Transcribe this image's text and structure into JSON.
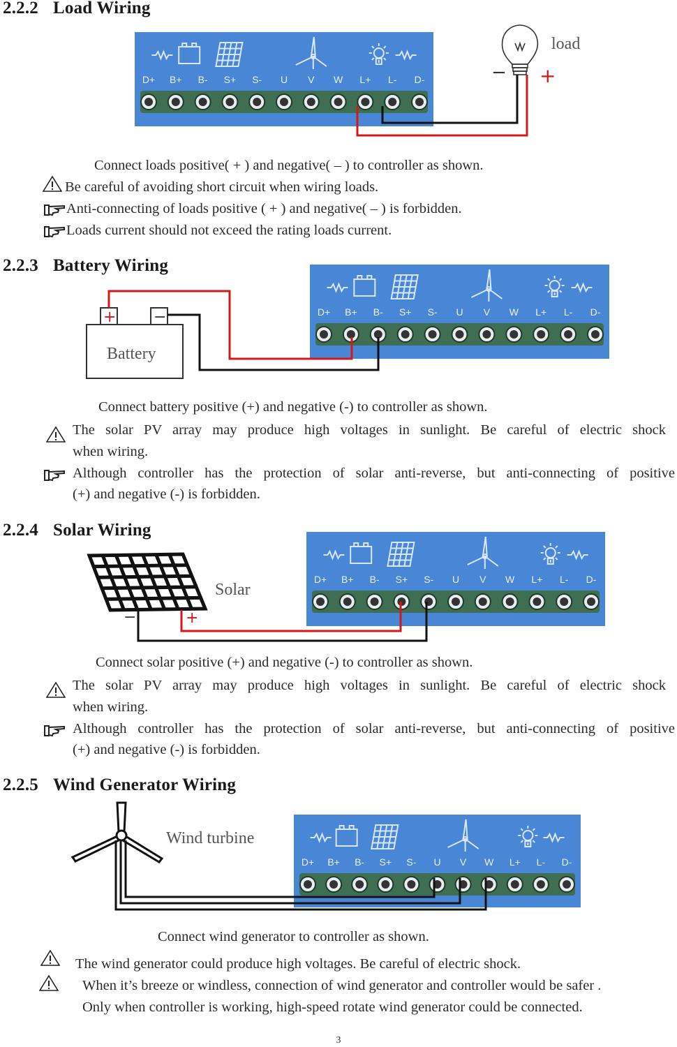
{
  "sections": {
    "load": {
      "number": "2.2.2",
      "title": "Load Wiring",
      "object_label": "load",
      "minus": "−",
      "plus": "+",
      "lines": [
        "Connect loads positive( + ) and negative( – ) to controller as shown.",
        "Be careful of avoiding short circuit when wiring loads.",
        "Anti-connecting of loads positive ( + ) and negative( – ) is forbidden.",
        "Loads current should not exceed the rating loads current."
      ]
    },
    "battery": {
      "number": "2.2.3",
      "title": "Battery Wiring",
      "object_label": "Battery",
      "plus": "+",
      "minus": "−",
      "lines": [
        "Connect battery positive (+) and negative (-) to controller as shown.",
        "The solar PV array may produce high voltages in sunlight. Be careful of electric shock",
        "when wiring.",
        "Although controller has the protection of solar anti-reverse, but anti-connecting of positive",
        "(+) and negative (-) is forbidden."
      ]
    },
    "solar": {
      "number": "2.2.4",
      "title": "Solar Wiring",
      "object_label": "Solar",
      "minus": "−",
      "plus": "+",
      "lines": [
        "Connect solar positive (+) and negative (-) to controller as shown.",
        "The solar PV array may produce high voltages in sunlight. Be careful of electric shock",
        "when wiring.",
        "Although controller has the protection of solar anti-reverse, but anti-connecting of positive",
        "(+) and negative (-) is forbidden."
      ]
    },
    "wind": {
      "number": "2.2.5",
      "title": "Wind Generator Wiring",
      "object_label": "Wind turbine",
      "lines": [
        "Connect wind generator to controller as shown.",
        "The wind generator could produce high voltages. Be careful of electric shock.",
        "When it’s breeze or windless, connection of wind generator and controller would be safer .",
        "Only when controller is working, high-speed rotate wind generator could be connected."
      ]
    }
  },
  "terminals": [
    "D+",
    "B+",
    "B-",
    "S+",
    "S-",
    "U",
    "V",
    "W",
    "L+",
    "L-",
    "D-"
  ],
  "icons": {
    "warning": "warning-triangle-icon",
    "pointing_hand": "pointing-hand-icon",
    "resistor": "resistor-icon",
    "battery": "battery-icon",
    "solar_panel": "solar-panel-icon",
    "wind_turbine": "wind-turbine-icon",
    "lamp": "lamp-icon"
  },
  "colors": {
    "controller_blue": "#4a86d6",
    "terminal_green": "#3f6e52",
    "wire_positive": "#d01a1a",
    "wire_negative": "#111111"
  },
  "page_number": "3"
}
